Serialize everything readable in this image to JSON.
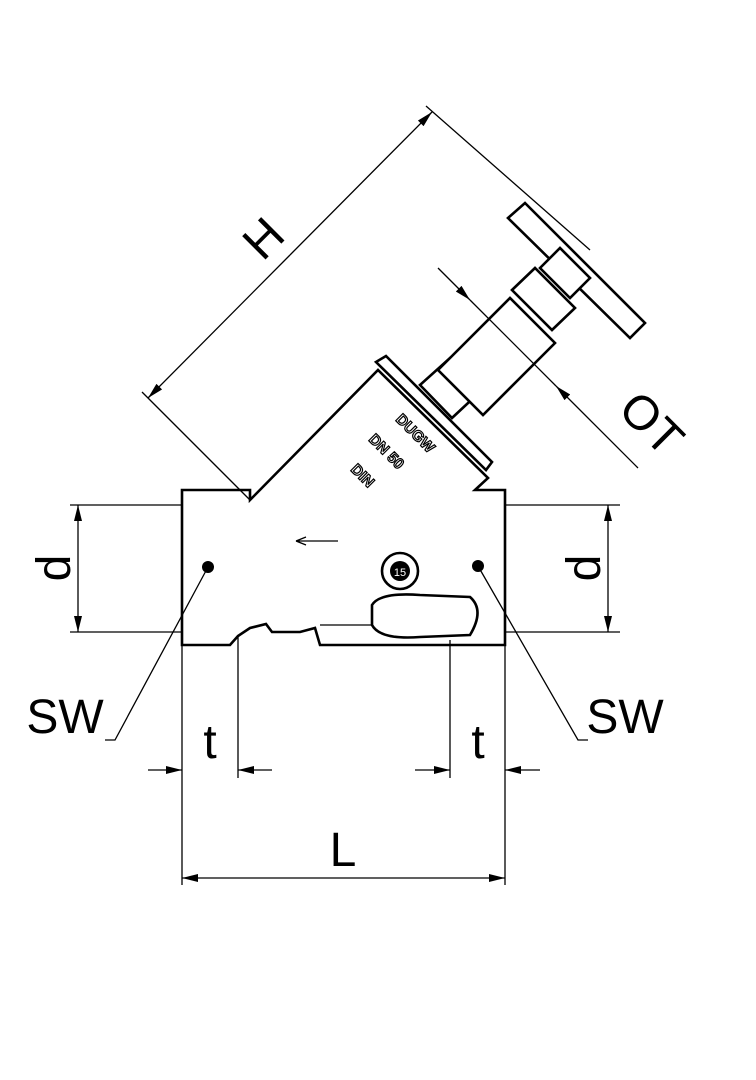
{
  "labels": {
    "height": "H",
    "stem_size": "OT",
    "diameter_left": "d",
    "diameter_right": "d",
    "wrench_left": "SW",
    "wrench_right": "SW",
    "thread_left": "t",
    "thread_right": "t",
    "length": "L"
  },
  "body_markings": {
    "brand": "DUGW",
    "nominal_size": "DN 50",
    "standard": "DIN",
    "port_number": "15"
  }
}
